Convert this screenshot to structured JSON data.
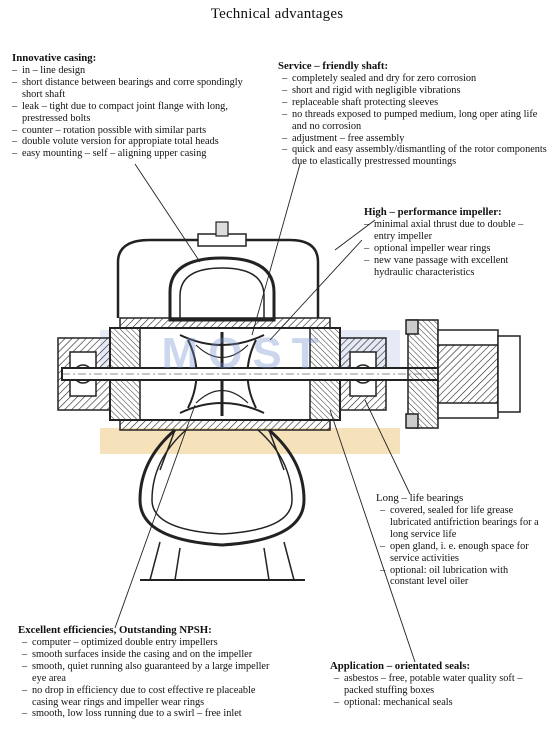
{
  "page_title": "Technical advantages",
  "watermark": "MOST",
  "casing": {
    "heading": "Innovative casing:",
    "items": [
      "in – line design",
      "short distance between bearings and corre spondingly short shaft",
      "leak – tight due to compact joint flange with long, prestressed bolts",
      "counter – rotation possible with similar parts",
      "double volute version for appropiate total heads",
      "easy mounting – self – aligning upper casing"
    ]
  },
  "shaft": {
    "heading": "Service – friendly shaft:",
    "items": [
      "completely sealed and dry for zero corrosion",
      "short and rigid with negligible vibrations",
      "replaceable shaft protecting sleeves",
      "no threads exposed to pumped medium, long oper ating life and no corrosion",
      "adjustment – free assembly",
      "quick and easy assembly/dismantling of the rotor components due to elastically prestressed mountings"
    ]
  },
  "impeller": {
    "heading": "High – performance impeller:",
    "items": [
      "minimal axial thrust due to double – entry impeller",
      "optional impeller wear rings",
      "new vane passage with excellent hydraulic characteristics"
    ]
  },
  "bearings": {
    "heading": "Long – life bearings",
    "items": [
      "covered, sealed for life grease lubricated antifriction bearings for a long service life",
      "open gland, i. e. enough space for service activities",
      "optional: oil lubrication with constant level oiler"
    ]
  },
  "efficiency": {
    "heading": "Excellent efficiencies, Outstanding NPSH:",
    "items": [
      "computer – optimized double entry impellers",
      "smooth surfaces inside the casing and on the impeller",
      "smooth, quiet running also guaranteed by a large impeller eye area",
      "no drop in efficiency due to cost effective re placeable casing wear rings and impeller wear rings",
      "smooth, low loss running due to a swirl – free inlet"
    ]
  },
  "seals": {
    "heading": "Application – orientated seals:",
    "items": [
      "asbestos – free, potable water quality soft – packed stuffing boxes",
      "optional: mechanical seals"
    ]
  }
}
